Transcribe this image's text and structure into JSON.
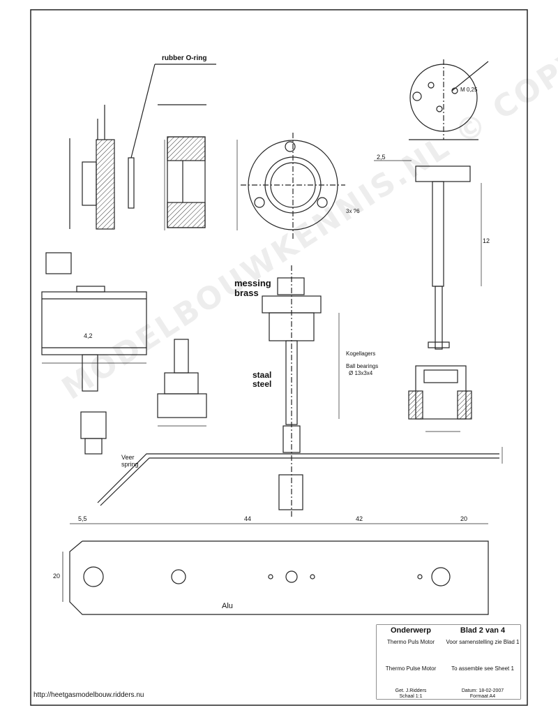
{
  "labels": {
    "rubber_o_ring": "rubber O-ring",
    "messing_brass_1": "messing",
    "messing_brass_2": "brass",
    "staal": "staal",
    "steel": "steel",
    "veer_spring_1": "Veer",
    "veer_spring_2": "spring",
    "kogellagers": "Kogellagers",
    "ball_bearings": "Ball bearings",
    "bearing_size": "Ø 13x3x4",
    "alu": "Alu",
    "m_thread": "M 0,25",
    "hole_note": "3x ?6"
  },
  "dimensions": {
    "top_42": "4,2",
    "mid_12": "12",
    "left_25": "2,5",
    "bar_44": "44",
    "bar_42": "42",
    "bar_left": "5,5",
    "bar_right": "20",
    "bar_height": "20"
  },
  "title_block": {
    "onderwerp": "Onderwerp",
    "blad": "Blad 2 van 4",
    "name_nl": "Thermo Puls Motor",
    "name_en": "Thermo Pulse Motor",
    "assembly_nl": "Voor samenstelling zie Blad 1",
    "assembly_en": "To assemble see Sheet 1",
    "author": "Get. J.Ridders",
    "date": "Datum: 18-02-2007",
    "scale": "Schaal 1:1",
    "format": "Formaat A4"
  },
  "watermark": "MODELBOUWKENNIS.NL  © COPYRIGHT",
  "footer_url": "http://heetgasmodelbouw.ridders.nu"
}
